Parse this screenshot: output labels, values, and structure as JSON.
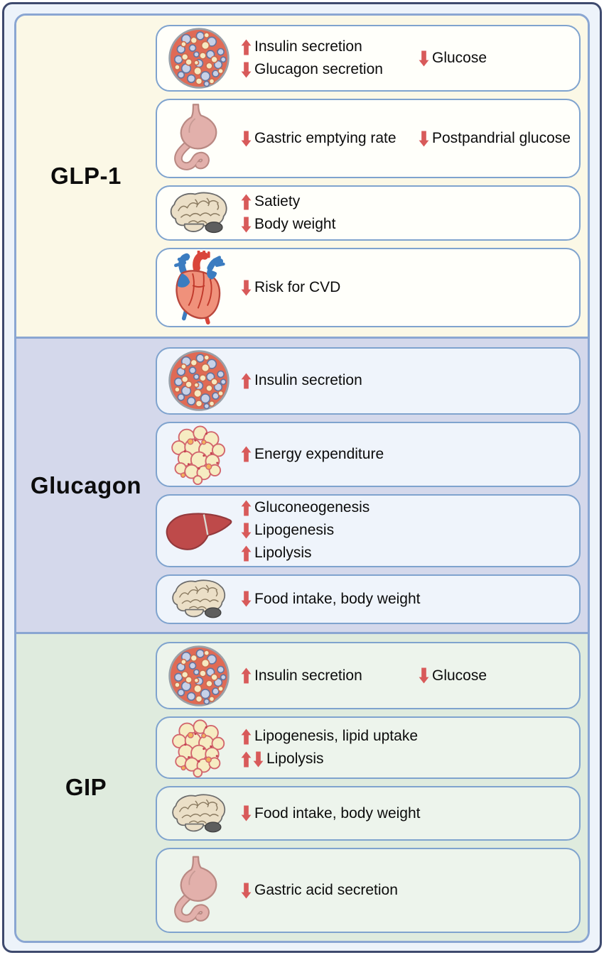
{
  "figure": {
    "type": "hormone-effects-diagram",
    "palette": {
      "arrow_red": "#D85A5A",
      "frame_border": "#3E4A6E",
      "frame_background": "#EDF3FA",
      "section_border": "#8AA6D2",
      "card_border": "#7FA3CE",
      "glp1_background": "#FBF8E6",
      "glp1_card_background": "#FFFFFA",
      "glucagon_background": "#D4D8EB",
      "glucagon_card_background": "#EFF4FB",
      "gip_background": "#DFEBDE",
      "gip_card_background": "#EDF4EC",
      "text_color": "#0C0C0C"
    }
  },
  "sections": [
    {
      "label": "GLP-1",
      "cards": [
        {
          "icon": "pancreatic-islet-icon",
          "rows": [
            {
              "arrows": [
                "up"
              ],
              "text": "Insulin secretion"
            },
            {
              "arrows": [
                "down"
              ],
              "text": "Glucagon secretion"
            }
          ],
          "side": [
            {
              "arrows": [
                "down"
              ],
              "text": "Glucose"
            }
          ]
        },
        {
          "icon": "stomach-icon",
          "rows": [
            {
              "arrows": [
                "down"
              ],
              "text": "Gastric emptying rate"
            }
          ],
          "side": [
            {
              "arrows": [
                "down"
              ],
              "text": "Postpandrial glucose"
            }
          ]
        },
        {
          "icon": "brain-icon",
          "rows": [
            {
              "arrows": [
                "up"
              ],
              "text": "Satiety"
            },
            {
              "arrows": [
                "down"
              ],
              "text": "Body weight"
            }
          ],
          "side": []
        },
        {
          "icon": "heart-icon",
          "rows": [
            {
              "arrows": [
                "down"
              ],
              "text": "Risk for CVD"
            }
          ],
          "side": []
        }
      ]
    },
    {
      "label": "Glucagon",
      "cards": [
        {
          "icon": "pancreatic-islet-icon",
          "rows": [
            {
              "arrows": [
                "up"
              ],
              "text": "Insulin secretion"
            }
          ],
          "side": []
        },
        {
          "icon": "adipose-tissue-icon",
          "rows": [
            {
              "arrows": [
                "up"
              ],
              "text": "Energy expenditure"
            }
          ],
          "side": []
        },
        {
          "icon": "liver-icon",
          "rows": [
            {
              "arrows": [
                "up"
              ],
              "text": "Gluconeogenesis"
            },
            {
              "arrows": [
                "down"
              ],
              "text": "Lipogenesis"
            },
            {
              "arrows": [
                "up"
              ],
              "text": "Lipolysis"
            }
          ],
          "side": []
        },
        {
          "icon": "brain-icon",
          "rows": [
            {
              "arrows": [
                "down"
              ],
              "text": "Food intake, body weight"
            }
          ],
          "side": []
        }
      ]
    },
    {
      "label": "GIP",
      "cards": [
        {
          "icon": "pancreatic-islet-icon",
          "rows": [
            {
              "arrows": [
                "up"
              ],
              "text": "Insulin secretion"
            }
          ],
          "side": [
            {
              "arrows": [
                "down"
              ],
              "text": "Glucose"
            }
          ]
        },
        {
          "icon": "adipose-tissue-icon",
          "rows": [
            {
              "arrows": [
                "up"
              ],
              "text": "Lipogenesis, lipid uptake"
            },
            {
              "arrows": [
                "up",
                "down"
              ],
              "text": "Lipolysis"
            }
          ],
          "side": []
        },
        {
          "icon": "brain-icon",
          "rows": [
            {
              "arrows": [
                "down"
              ],
              "text": "Food intake, body weight"
            }
          ],
          "side": []
        },
        {
          "icon": "stomach-icon",
          "rows": [
            {
              "arrows": [
                "down"
              ],
              "text": "Gastric acid secretion"
            }
          ],
          "side": []
        }
      ]
    }
  ]
}
